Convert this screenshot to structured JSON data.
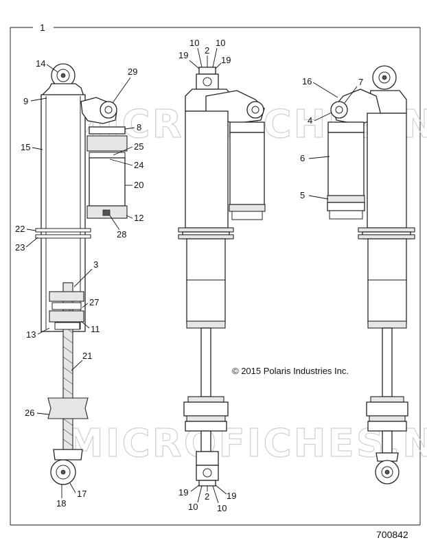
{
  "frame_label": "1",
  "copyright": "© 2015 Polaris Industries Inc.",
  "diagram_number": "700842",
  "watermark": "MICROFICHES.NET",
  "callouts": {
    "c14": "14",
    "c9": "9",
    "c15": "15",
    "c22": "22",
    "c23": "23",
    "c29": "29",
    "c8": "8",
    "c25": "25",
    "c24": "24",
    "c20": "20",
    "c12": "12",
    "c28": "28",
    "c3": "3",
    "c27": "27",
    "c11": "11",
    "c13": "13",
    "c21": "21",
    "c26": "26",
    "c17": "17",
    "c18": "18",
    "m10a": "10",
    "m2a": "2",
    "m10b": "10",
    "m19a": "19",
    "m19b": "19",
    "m19c": "19",
    "m10c": "10",
    "m2b": "2",
    "m10d": "10",
    "m19d": "19",
    "c16": "16",
    "c7": "7",
    "c4": "4",
    "c6": "6",
    "c5": "5"
  }
}
